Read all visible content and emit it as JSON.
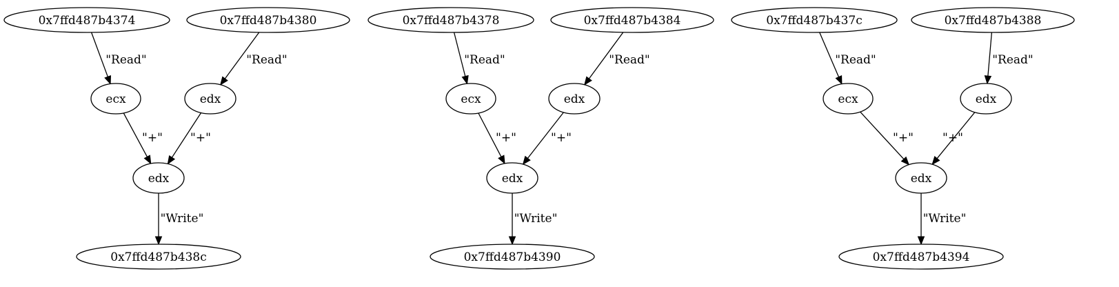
{
  "graphs": [
    {
      "nodes": {
        "src_a": "0x7ffd487b4374",
        "src_b": "0x7ffd487b4380",
        "reg_a": "ecx",
        "reg_b": "edx",
        "sum": "edx",
        "dest": "0x7ffd487b438c"
      },
      "edges": {
        "read_a": "\"Read\"",
        "read_b": "\"Read\"",
        "add_a": "\"+\"",
        "add_b": "\"+\"",
        "write": "\"Write\""
      }
    },
    {
      "nodes": {
        "src_a": "0x7ffd487b4378",
        "src_b": "0x7ffd487b4384",
        "reg_a": "ecx",
        "reg_b": "edx",
        "sum": "edx",
        "dest": "0x7ffd487b4390"
      },
      "edges": {
        "read_a": "\"Read\"",
        "read_b": "\"Read\"",
        "add_a": "\"+\"",
        "add_b": "\"+\"",
        "write": "\"Write\""
      }
    },
    {
      "nodes": {
        "src_a": "0x7ffd487b437c",
        "src_b": "0x7ffd487b4388",
        "reg_a": "ecx",
        "reg_b": "edx",
        "sum": "edx",
        "dest": "0x7ffd487b4394"
      },
      "edges": {
        "read_a": "\"Read\"",
        "read_b": "\"Read\"",
        "add_a": "\"+\"",
        "add_b": "\"+\"",
        "write": "\"Write\""
      }
    }
  ]
}
